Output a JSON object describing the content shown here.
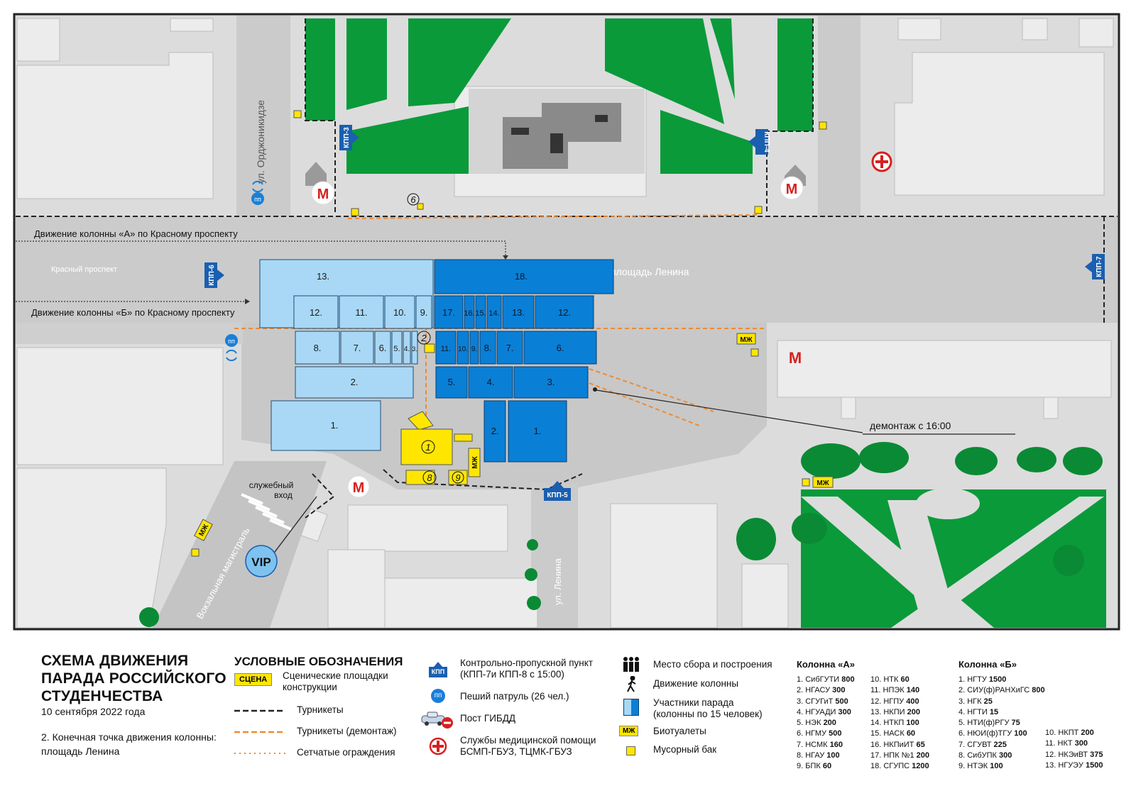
{
  "map": {
    "streets": {
      "ordzhonikidze": "ул. Орджоникидзе",
      "krasny": "Красный проспект",
      "lenin_square": "площадь Ленина",
      "vokzalnaya": "Вокзальная магистраль",
      "lenina": "ул. Ленина"
    },
    "routes": {
      "column_a": "Движение колонны «А» по Красному проспекту",
      "column_b": "Движение колонны «Б» по Красному проспекту"
    },
    "checkpoints": {
      "kpp3": "КПП-3",
      "kpp4": "КПП-4",
      "kpp5": "КПП-5",
      "kpp6": "КПП-6",
      "kpp7": "КПП-7"
    },
    "service_entrance_l1": "служебный",
    "service_entrance_l2": "вход",
    "vip": "VIP",
    "dismantle": "демонтаж с 16:00",
    "mj": "МЖ",
    "metro": "М",
    "patrol": "пп",
    "blocks_a": {
      "b13": "13.",
      "b12": "12.",
      "b11": "11.",
      "b10": "10.",
      "b9": "9.",
      "b8": "8.",
      "b7": "7.",
      "b6": "6.",
      "b5": "5.",
      "b4": "4.",
      "b3": "3.",
      "b2": "2.",
      "b1": "1."
    },
    "blocks_b": {
      "b18": "18.",
      "b17": "17.",
      "b16": "16.",
      "b15": "15.",
      "b14": "14.",
      "b13": "13.",
      "b12": "12.",
      "b11": "11.",
      "b10": "10.",
      "b9": "9.",
      "b8": "8.",
      "b7": "7.",
      "b6": "6.",
      "b5": "5.",
      "b4": "4.",
      "b3": "3.",
      "b2": "2.",
      "b1": "1."
    },
    "stage_numbers": {
      "n1": "1",
      "n2": "2",
      "n6": "6",
      "n8": "8",
      "n9": "9"
    },
    "colors": {
      "column_a": "#a8d8f5",
      "column_b": "#0a7fd6",
      "park": "#0a9a3a",
      "stage": "#ffe600",
      "road": "#cfcfcf",
      "block": "#e2e2e2"
    }
  },
  "legend": {
    "title_l1": "СХЕМА ДВИЖЕНИЯ",
    "title_l2": "ПАРАДА РОССИЙСКОГО",
    "title_l3": "СТУДЕНЧЕСТВА",
    "date": "10 сентября 2022 года",
    "endpoint_l1": "2. Конечная точка движения колонны:",
    "endpoint_l2": "площадь Ленина",
    "heading": "УСЛОВНЫЕ ОБОЗНАЧЕНИЯ",
    "stage_badge": "СЦЕНА",
    "stage_l1": "Сценические площадки",
    "stage_l2": "конструкции",
    "turnstiles": "Турникеты",
    "turnstiles_dismantle": "Турникеты (демонтаж)",
    "mesh_fences": "Сетчатые ограждения",
    "kpp_icon": "КПП",
    "kpp_l1": "Контрольно-пропускной пункт",
    "kpp_l2": "(КПП-7и КПП-8 с 15:00)",
    "patrol_icon": "пп",
    "patrol": "Пеший патруль (26 чел.)",
    "gibdd": "Пост ГИБДД",
    "medical_l1": "Службы медицинской помощи",
    "medical_l2": "БСМП-ГБУЗ, ТЦМК-ГБУЗ",
    "gathering": "Место сбора и построения",
    "movement": "Движение колонны",
    "participants_l1": "Участники парада",
    "participants_l2": "(колонны по 15 человек)",
    "mj_badge": "МЖ",
    "toilets": "Биотуалеты",
    "trash": "Мусорный бак"
  },
  "column_a": {
    "heading": "Колонна «А»",
    "items": [
      {
        "n": "1.",
        "name": "СибГУТИ",
        "count": "800"
      },
      {
        "n": "2.",
        "name": "НГАСУ",
        "count": "300"
      },
      {
        "n": "3.",
        "name": "СГУГиТ",
        "count": "500"
      },
      {
        "n": "4.",
        "name": "НГУАДИ",
        "count": "300"
      },
      {
        "n": "5.",
        "name": "НЭК",
        "count": "200"
      },
      {
        "n": "6.",
        "name": "НГМУ",
        "count": "500"
      },
      {
        "n": "7.",
        "name": "НСМК",
        "count": "160"
      },
      {
        "n": "8.",
        "name": "НГАУ",
        "count": "100"
      },
      {
        "n": "9.",
        "name": "БПК",
        "count": "60"
      },
      {
        "n": "10.",
        "name": "НТК",
        "count": "60"
      },
      {
        "n": "11.",
        "name": "НПЭК",
        "count": "140"
      },
      {
        "n": "12.",
        "name": "НГПУ",
        "count": "400"
      },
      {
        "n": "13.",
        "name": "НКПИ",
        "count": "200"
      },
      {
        "n": "14.",
        "name": "НТКП",
        "count": "100"
      },
      {
        "n": "15.",
        "name": "НАСК",
        "count": "60"
      },
      {
        "n": "16.",
        "name": "НКПиИТ",
        "count": "65"
      },
      {
        "n": "17.",
        "name": "НПК №1",
        "count": "200"
      },
      {
        "n": "18.",
        "name": "СГУПС",
        "count": "1200"
      }
    ]
  },
  "column_b": {
    "heading": "Колонна «Б»",
    "items": [
      {
        "n": "1.",
        "name": "НГТУ",
        "count": "1500"
      },
      {
        "n": "2.",
        "name": "СИУ(ф)РАНХиГС",
        "count": "800"
      },
      {
        "n": "3.",
        "name": "НГК",
        "count": "25"
      },
      {
        "n": "4.",
        "name": "НГТИ",
        "count": "15"
      },
      {
        "n": "5.",
        "name": "НТИ(ф)РГУ",
        "count": "75"
      },
      {
        "n": "6.",
        "name": "НЮИ(ф)ТГУ",
        "count": "100"
      },
      {
        "n": "7.",
        "name": "СГУВТ",
        "count": "225"
      },
      {
        "n": "8.",
        "name": "СибУПК",
        "count": "300"
      },
      {
        "n": "9.",
        "name": "НТЭК",
        "count": "100"
      },
      {
        "n": "10.",
        "name": "НКПТ",
        "count": "200"
      },
      {
        "n": "11.",
        "name": "НКТ",
        "count": "300"
      },
      {
        "n": "12.",
        "name": "НКЭиВТ",
        "count": "375"
      },
      {
        "n": "13.",
        "name": "НГУЭУ",
        "count": "1500"
      }
    ]
  }
}
